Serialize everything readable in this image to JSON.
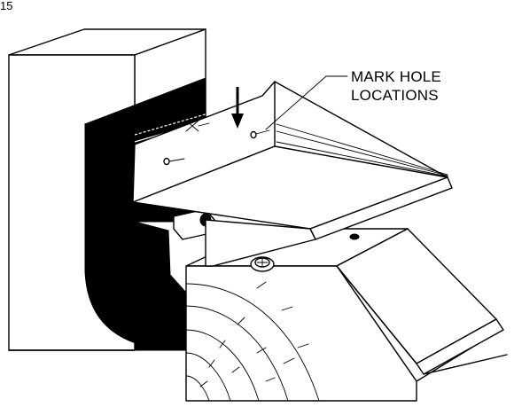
{
  "callout": {
    "line1": "MARK HOLE",
    "line2": "LOCATIONS"
  },
  "corner_fragment": "15"
}
